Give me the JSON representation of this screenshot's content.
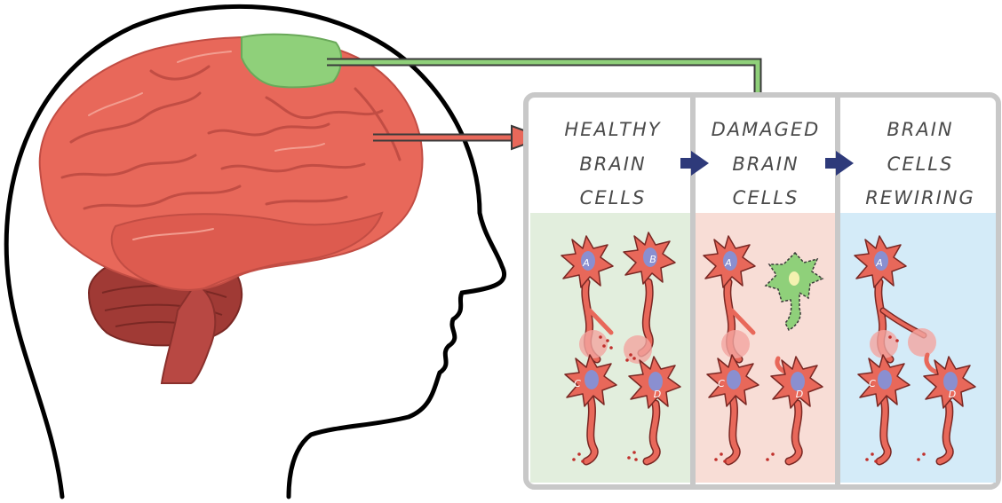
{
  "panels": [
    {
      "title_lines": [
        "HEALTHY",
        "BRAIN",
        "CELLS"
      ],
      "background": "#e2eedd"
    },
    {
      "title_lines": [
        "DAMAGED",
        "BRAIN",
        "CELLS"
      ],
      "background": "#f8ddd6"
    },
    {
      "title_lines": [
        "BRAIN",
        "CELLS",
        "REWIRING"
      ],
      "background": "#d4ebf8"
    }
  ],
  "neuron_labels": {
    "healthy": [
      "A",
      "B",
      "C",
      "D"
    ],
    "damaged": [
      "A",
      "C",
      "D"
    ],
    "rewiring": [
      "A",
      "C",
      "D"
    ]
  },
  "colors": {
    "brain": "#e8685a",
    "brain_dark": "#c24d44",
    "damaged_area": "#8fd07a",
    "neuron": "#e8685a",
    "nucleus": "#8a8fd0",
    "arrow_nav": "#2e3a7a",
    "outline": "#000000",
    "panel_border": "#c8c8c8"
  },
  "icons": {
    "damage_arrow": "green-elbow-arrow",
    "brain_arrow": "red-arrow",
    "step_arrows": "navy-right-arrow"
  }
}
